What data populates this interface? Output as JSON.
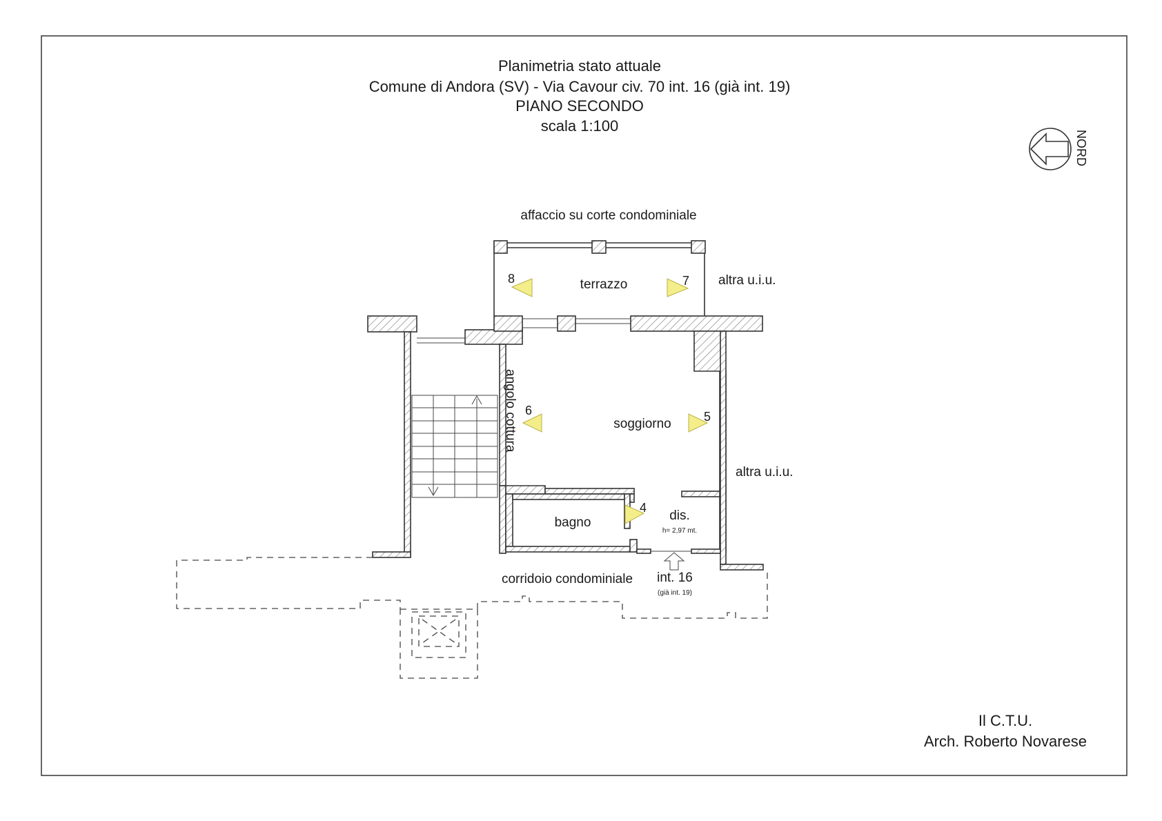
{
  "title": {
    "line1": "Planimetria stato attuale",
    "line2": "Comune di Andora (SV) - Via Cavour civ. 70 int. 16 (già int. 19)",
    "line3": "PIANO SECONDO",
    "line4": "scala 1:100"
  },
  "north": {
    "label": "NORD",
    "icon": "north-arrow-icon"
  },
  "labels": {
    "courtyard": "affaccio su corte condominiale",
    "other_unit_top": "altra u.i.u.",
    "other_unit_right": "altra u.i.u.",
    "terrace": "terrazzo",
    "living": "soggiorno",
    "kitchen_corner": "angolo cottura",
    "bathroom": "bagno",
    "hallway": "dis.",
    "height": "h= 2,97 mt.",
    "corridor": "corridoio condominiale",
    "entrance": "int. 16",
    "entrance_old": "(già int. 19)"
  },
  "photo_points": [
    "8",
    "7",
    "6",
    "5",
    "4"
  ],
  "signature": {
    "line1": "Il C.T.U.",
    "line2": "Arch. Roberto Novarese"
  },
  "colors": {
    "photo_marker": "#f4ee8a",
    "line": "#333333"
  }
}
